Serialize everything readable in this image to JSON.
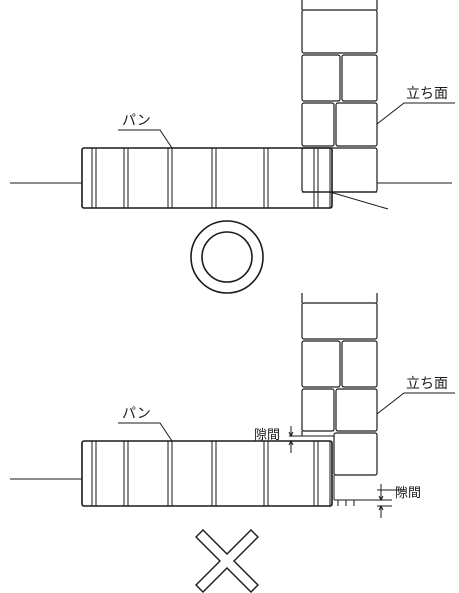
{
  "top_diagram": {
    "pan_label": "パン",
    "wall_label": "立ち面",
    "verdict_symbol": "◎"
  },
  "bottom_diagram": {
    "pan_label": "パン",
    "wall_label": "立ち面",
    "gap_label_top": "隙間",
    "gap_label_bottom": "隙間",
    "verdict_symbol": "✕"
  },
  "colors": {
    "line": "#1a1a1a",
    "background": "#ffffff"
  }
}
